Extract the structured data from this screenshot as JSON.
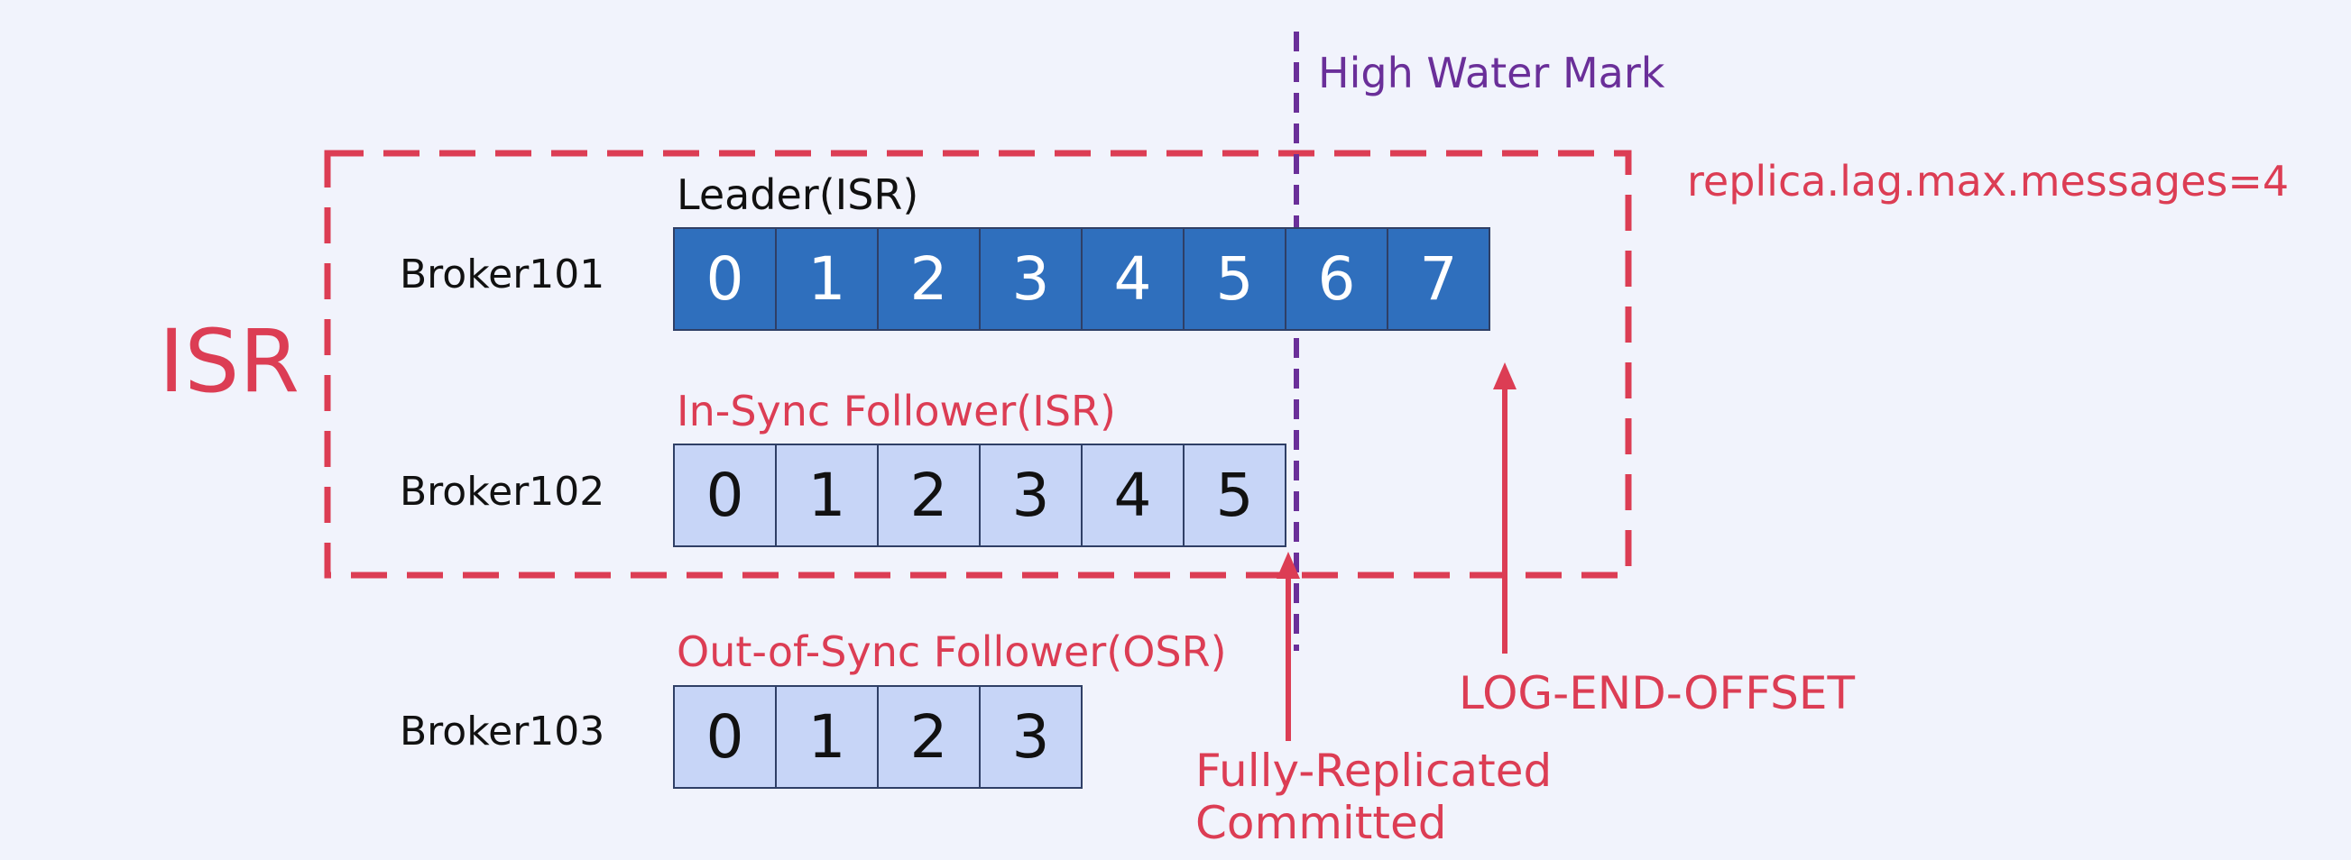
{
  "isr_group_label": "ISR",
  "high_water_mark_label": "High Water Mark",
  "config_label": "replica.lag.max.messages=4",
  "brokers": [
    {
      "name": "Broker101",
      "role": "Leader(ISR)",
      "role_style": "dark",
      "offsets": [
        "0",
        "1",
        "2",
        "3",
        "4",
        "5",
        "6",
        "7"
      ]
    },
    {
      "name": "Broker102",
      "role": "In-Sync Follower(ISR)",
      "role_style": "red",
      "offsets": [
        "0",
        "1",
        "2",
        "3",
        "4",
        "5"
      ]
    },
    {
      "name": "Broker103",
      "role": "Out-of-Sync Follower(OSR)",
      "role_style": "red",
      "offsets": [
        "0",
        "1",
        "2",
        "3"
      ]
    }
  ],
  "annotations": {
    "log_end_offset": "LOG-END-OFFSET",
    "committed_line1": "Fully-Replicated",
    "committed_line2": "Committed"
  },
  "colors": {
    "background": "#f1f3fc",
    "leader_cell": "#2f6fbd",
    "follower_cell": "#c7d5f7",
    "isr_red": "#dc3d54",
    "hwm_purple": "#6a2f99"
  }
}
